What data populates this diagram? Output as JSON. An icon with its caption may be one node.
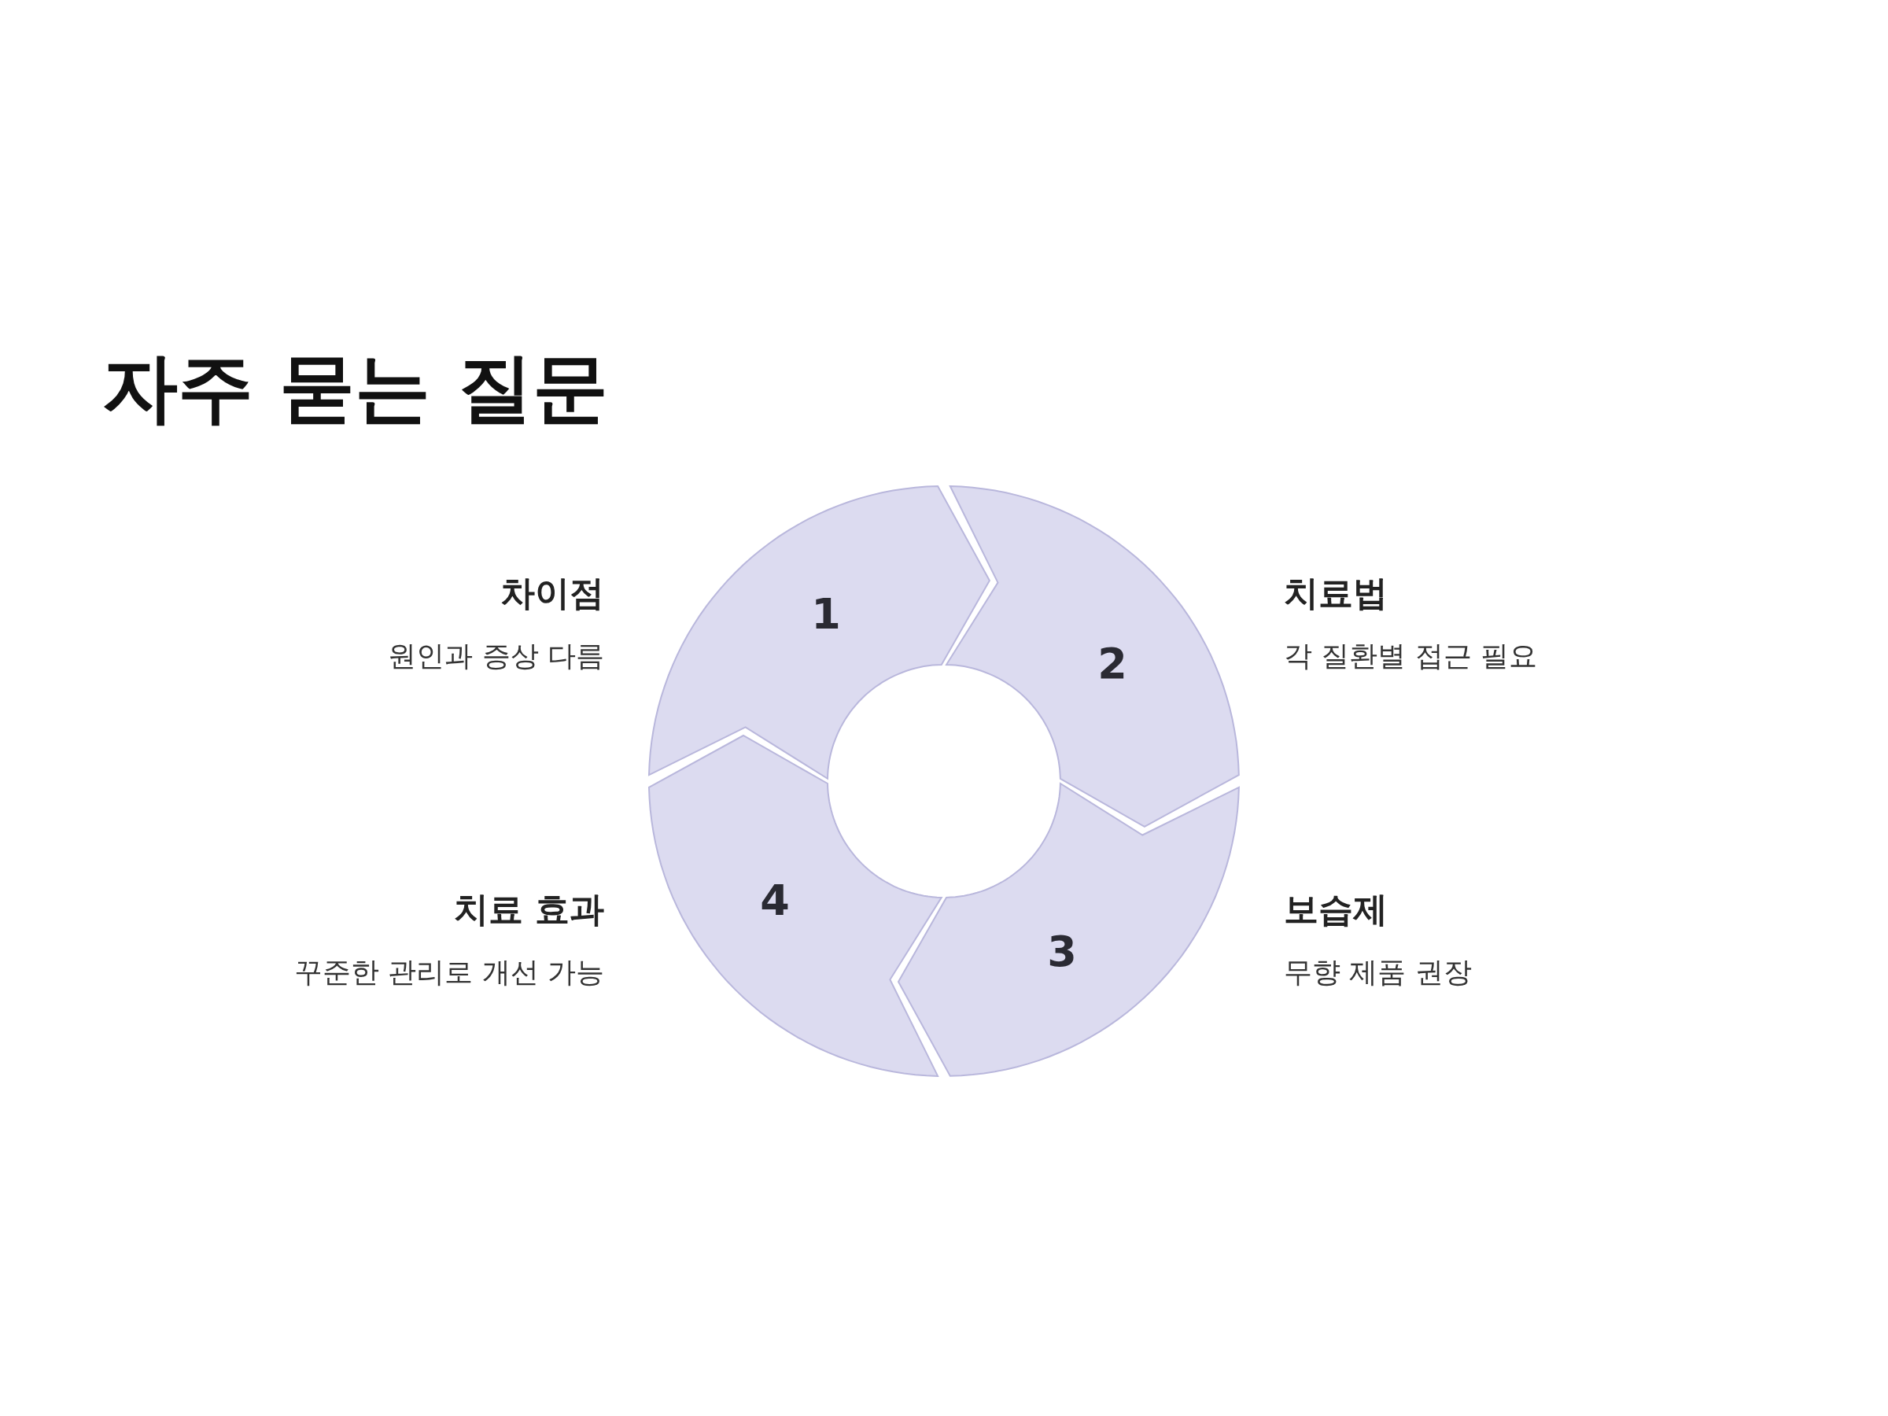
{
  "diagram": {
    "title": "자주 묻는 질문",
    "nodes": [
      {
        "text": [
          "1"
        ],
        "beside": [
          "차이점",
          "원인과 증상 다름"
        ]
      },
      {
        "text": [
          "2"
        ],
        "beside": [
          "치료법",
          "각 질환별 접근 필요"
        ]
      },
      {
        "text": [
          "3"
        ],
        "beside": [
          "보습제",
          "무향 제품 권장"
        ]
      },
      {
        "text": [
          "4"
        ],
        "beside": [
          "치료 효과",
          "꾸준한 관리로 개선 가능"
        ]
      }
    ]
  }
}
